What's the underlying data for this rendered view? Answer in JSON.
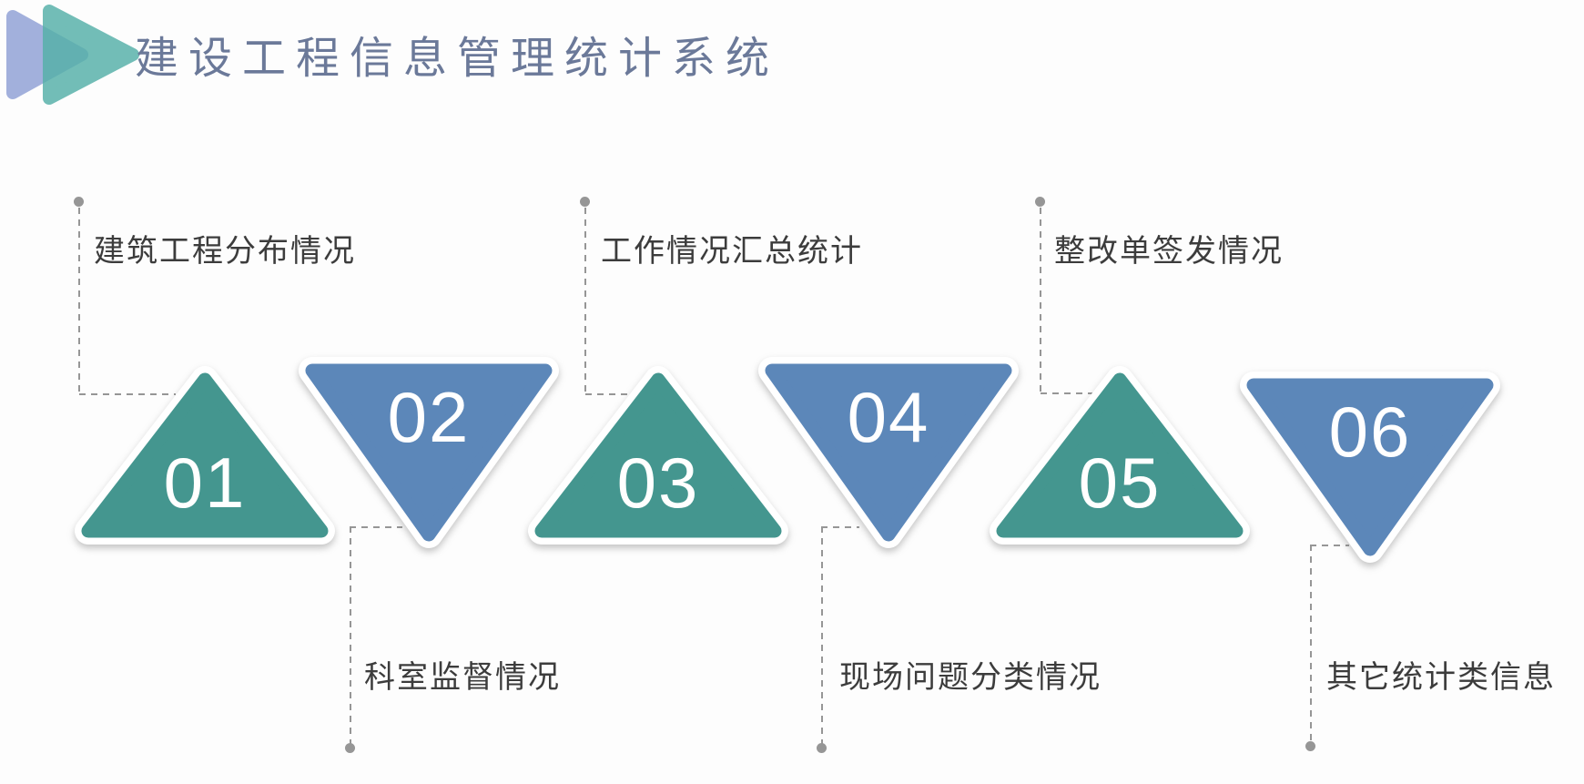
{
  "title": "建设工程信息管理统计系统",
  "logo": {
    "back_color": "#a2b0dc",
    "front_color": "#54b0a8"
  },
  "colors": {
    "teal": "#44968f",
    "blue": "#5c87b9",
    "number": "#ffffff",
    "label": "#3c3c3c",
    "title": "#6b7999",
    "connector": "#969696"
  },
  "items": [
    {
      "number": "01",
      "label": "建筑工程分布情况",
      "shape": "triangle-up",
      "color": "teal",
      "label_position": "top"
    },
    {
      "number": "02",
      "label": "科室监督情况",
      "shape": "triangle-down",
      "color": "blue",
      "label_position": "bottom"
    },
    {
      "number": "03",
      "label": "工作情况汇总统计",
      "shape": "triangle-up",
      "color": "teal",
      "label_position": "top"
    },
    {
      "number": "04",
      "label": "现场问题分类情况",
      "shape": "triangle-down",
      "color": "blue",
      "label_position": "bottom"
    },
    {
      "number": "05",
      "label": "整改单签发情况",
      "shape": "triangle-up",
      "color": "teal",
      "label_position": "top"
    },
    {
      "number": "06",
      "label": "其它统计类信息",
      "shape": "triangle-down",
      "color": "blue",
      "label_position": "bottom"
    }
  ]
}
